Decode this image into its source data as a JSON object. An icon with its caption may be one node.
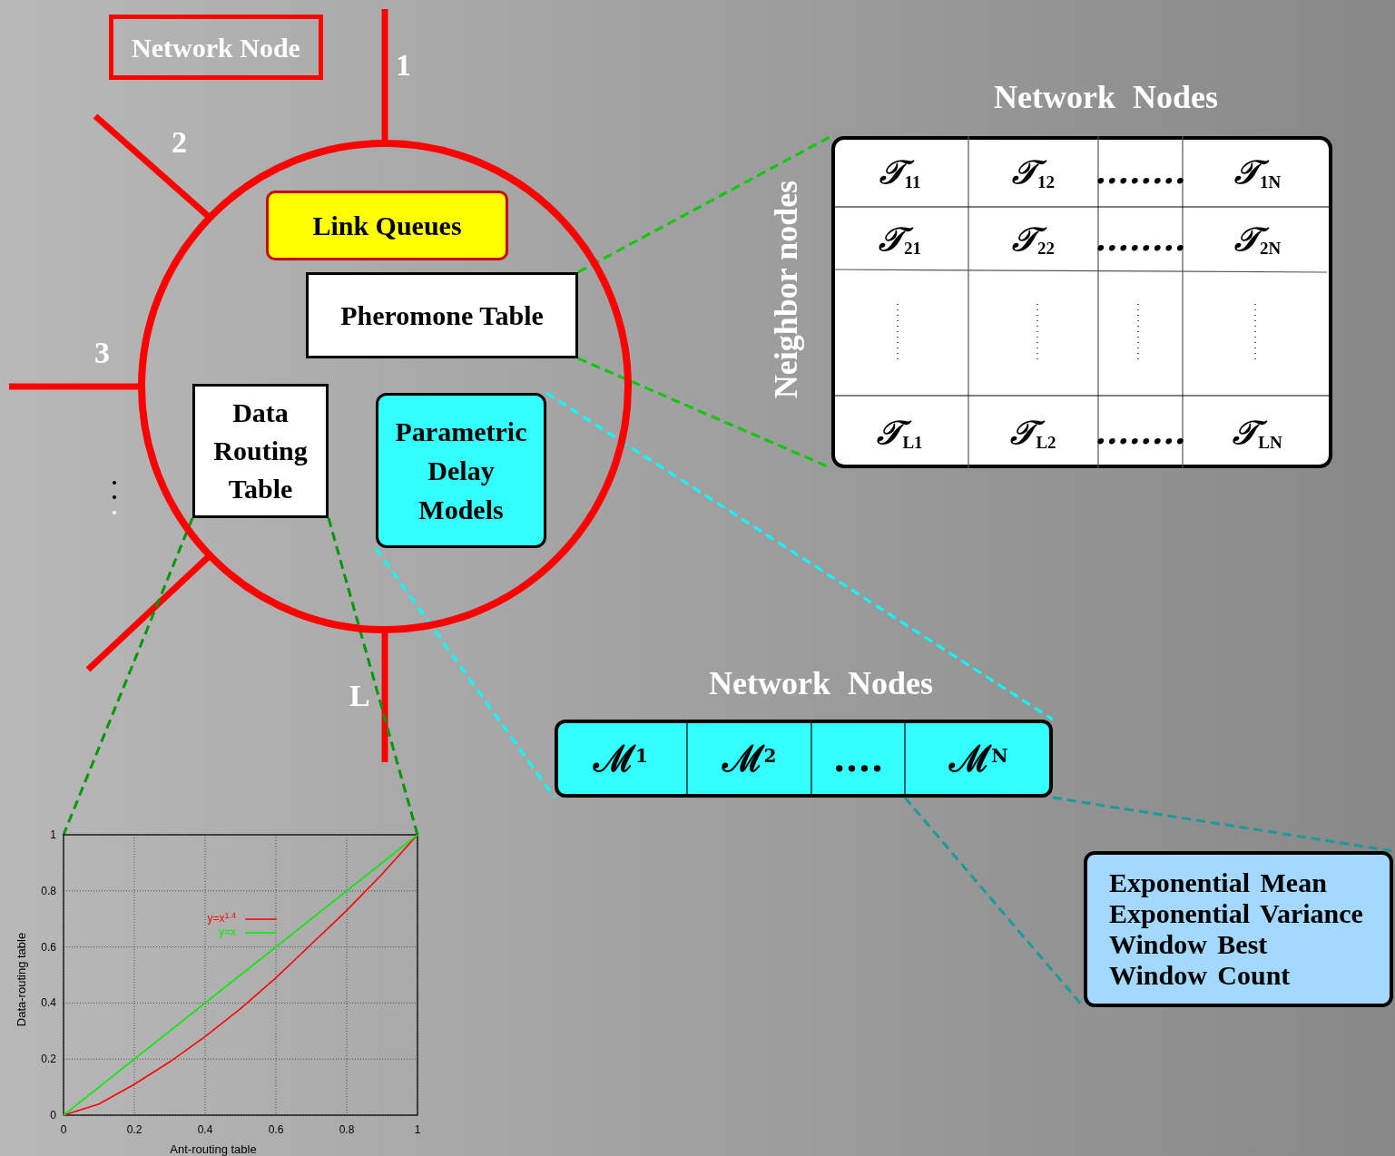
{
  "diagram": {
    "nodes": [
      {
        "text": [
          "Network Node"
        ]
      },
      {
        "text": [],
        "shape": "circle"
      },
      {
        "text": [
          "Link Queues"
        ],
        "in": 1
      },
      {
        "text": [
          "Pheromone Table"
        ],
        "in": 1
      },
      {
        "text": [
          "Data Routing Table"
        ],
        "in": 1
      },
      {
        "text": [
          "Parametric Delay Models"
        ],
        "in": 1
      },
      {
        "text": [
          "Network Nodes",
          "𝒯$_{11}$",
          "𝒯$_{12}$",
          "........",
          "𝒯$_{1N}$",
          "𝒯$_{21}$",
          "𝒯$_{22}$",
          "........",
          "𝒯$_{2N}$",
          "𝒯$_{L1}$",
          "𝒯$_{L2}$",
          "........",
          "𝒯$_{LN}$"
        ],
        "beside": [
          "Neighbor nodes"
        ]
      },
      {
        "text": [
          "Network Nodes",
          "ℳ$^{1}$",
          "ℳ$^{2}$",
          "....",
          "ℳ$^{N}$"
        ]
      },
      {
        "text": [
          "Exponential Mean",
          "Exponential Variance",
          "Window Best",
          "Window Count"
        ]
      },
      {
        "text": [],
        "shape": "box"
      }
    ],
    "edges": [
      {
        "from": 1,
        "to": null,
        "arrow": "none",
        "label": "1",
        "style": "thick",
        "color": "#ff0000"
      },
      {
        "from": 1,
        "to": null,
        "arrow": "none",
        "label": "2",
        "style": "thick",
        "color": "#ff0000"
      },
      {
        "from": 1,
        "to": null,
        "arrow": "none",
        "label": "3",
        "style": "thick",
        "color": "#ff0000"
      },
      {
        "from": 1,
        "to": null,
        "arrow": "none",
        "style": "thick",
        "color": "#ff0000"
      },
      {
        "from": 1,
        "to": null,
        "arrow": "none",
        "label": "L",
        "style": "thick",
        "color": "#ff0000"
      },
      {
        "from": 3,
        "to": 6,
        "arrow": "none",
        "style": "dashed",
        "color": "#00cc00"
      },
      {
        "from": 3,
        "to": 6,
        "arrow": "none",
        "style": "dashed",
        "color": "#00cc00"
      },
      {
        "from": 5,
        "to": 7,
        "arrow": "none",
        "style": "dashed",
        "color": "#00ffff"
      },
      {
        "from": 5,
        "to": 7,
        "arrow": "none",
        "style": "dashed",
        "color": "#00ffff"
      },
      {
        "from": 4,
        "to": 9,
        "arrow": "none",
        "style": "dashed",
        "color": "#009900"
      },
      {
        "from": 4,
        "to": 9,
        "arrow": "none",
        "style": "dashed",
        "color": "#009900"
      },
      {
        "from": 7,
        "to": 8,
        "arrow": "none",
        "style": "dashed",
        "color": "#1a9a9a"
      },
      {
        "from": 7,
        "to": 8,
        "arrow": "none",
        "style": "dashed",
        "color": "#1a9a9a"
      }
    ],
    "chart_data": {
      "type": "line",
      "xlabel": "Ant-routing table",
      "ylabel": "Data-routing table",
      "x": [
        0,
        0.1,
        0.2,
        0.3,
        0.4,
        0.5,
        0.6,
        0.7,
        0.8,
        0.9,
        1
      ],
      "series": [
        {
          "name": "y=x$^{1.4}$",
          "color": "#ff0000",
          "values": [
            0,
            0.04,
            0.11,
            0.19,
            0.28,
            0.38,
            0.49,
            0.61,
            0.73,
            0.86,
            1
          ]
        },
        {
          "name": "y=x",
          "color": "#00ee00",
          "values": [
            0,
            0.1,
            0.2,
            0.3,
            0.4,
            0.5,
            0.6,
            0.7,
            0.8,
            0.9,
            1
          ]
        }
      ],
      "grid": true,
      "legend": true,
      "xlim": [
        0,
        1
      ],
      "ylim": [
        0,
        1
      ],
      "xticks": [
        0,
        0.2,
        0.4,
        0.6,
        0.8,
        1
      ],
      "yticks": [
        0,
        0.2,
        0.4,
        0.6,
        0.8,
        1
      ]
    }
  }
}
